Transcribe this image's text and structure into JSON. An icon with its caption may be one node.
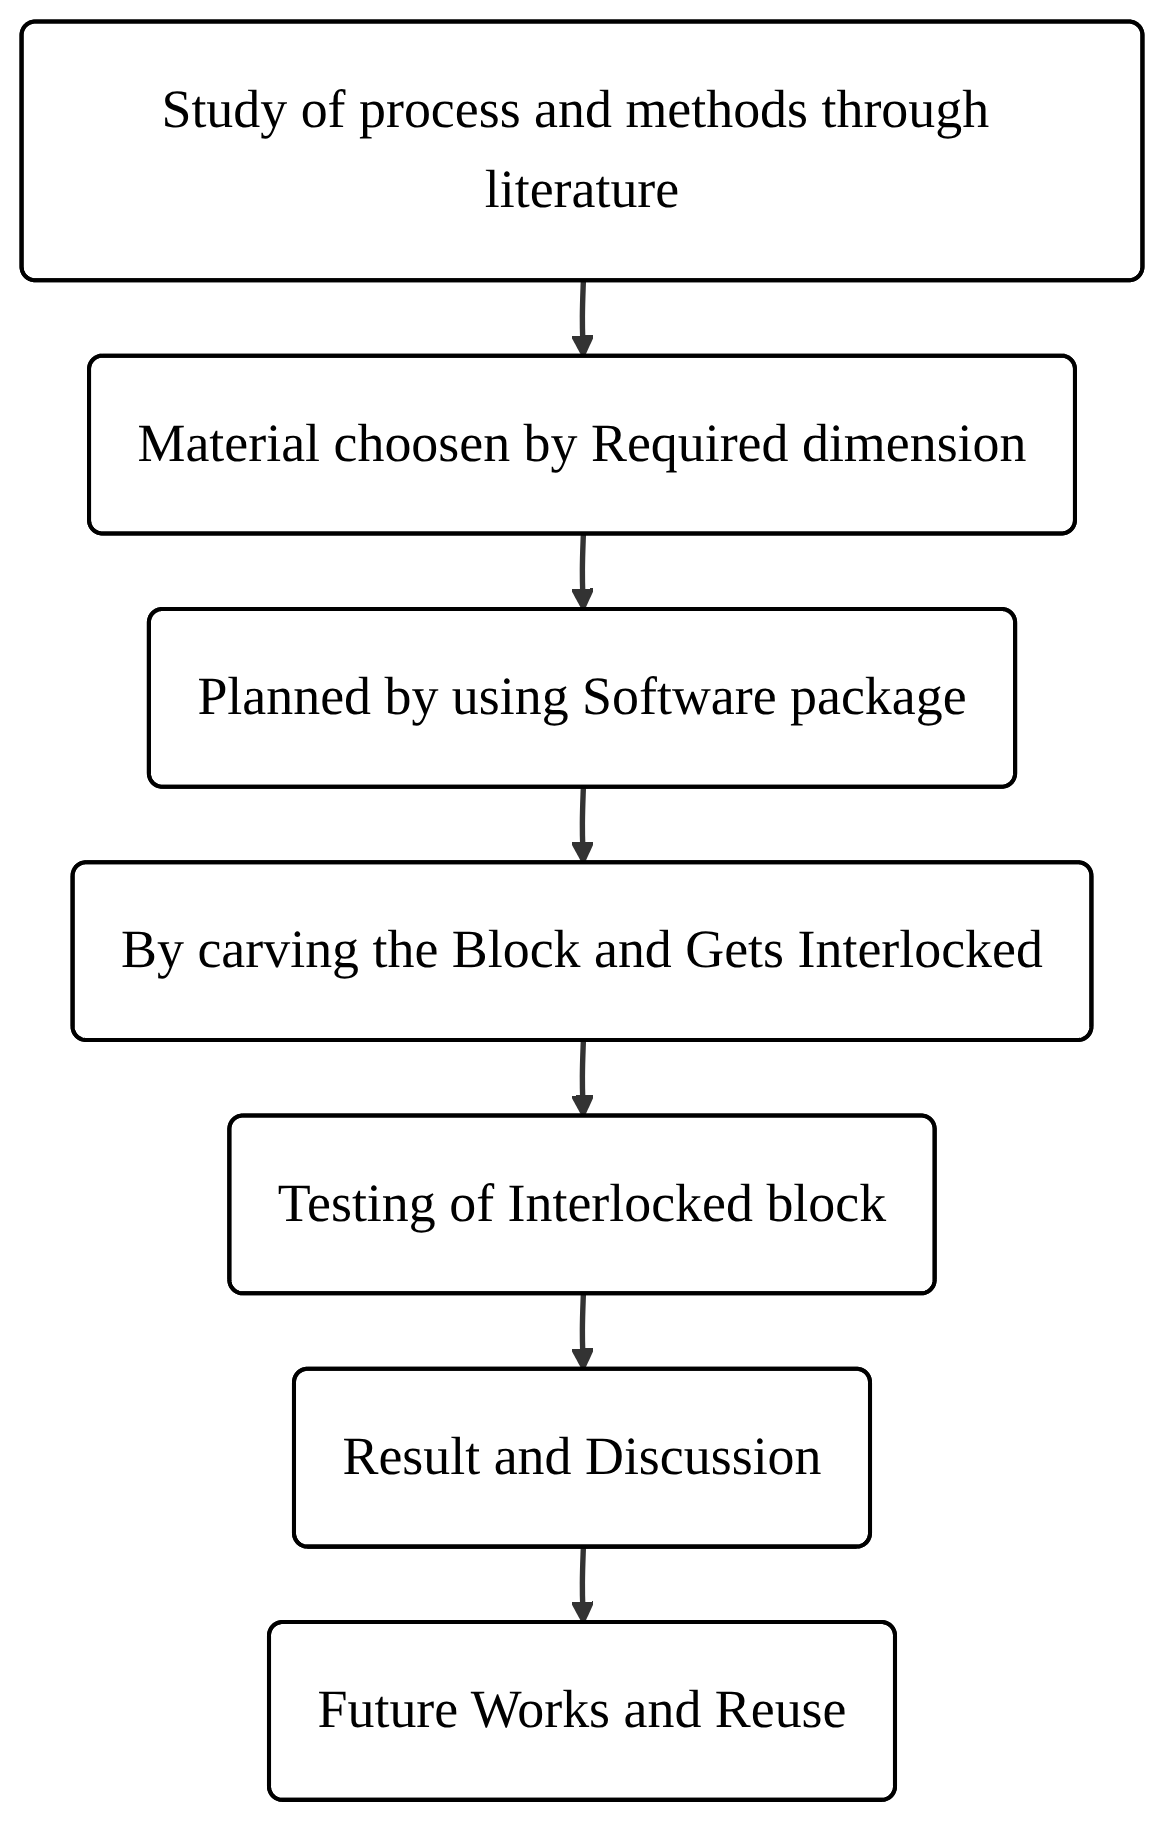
{
  "diagram": {
    "nodes": [
      {
        "text": [
          "Study of process and methods through literature"
        ]
      },
      {
        "text": [
          "Material choosen by Required dimension"
        ]
      },
      {
        "text": [
          "Planned by using Software package"
        ]
      },
      {
        "text": [
          "By carving the Block and Gets Interlocked"
        ]
      },
      {
        "text": [
          "Testing of Interlocked block"
        ]
      },
      {
        "text": [
          "Result and Discussion"
        ]
      },
      {
        "text": [
          "Future Works and Reuse"
        ]
      }
    ],
    "edges": [
      {
        "from": 0,
        "to": 1,
        "arrow": "to"
      },
      {
        "from": 1,
        "to": 2,
        "arrow": "to"
      },
      {
        "from": 2,
        "to": 3,
        "arrow": "to"
      },
      {
        "from": 3,
        "to": 4,
        "arrow": "to"
      },
      {
        "from": 4,
        "to": 5,
        "arrow": "to"
      },
      {
        "from": 5,
        "to": 6,
        "arrow": "to"
      }
    ]
  }
}
